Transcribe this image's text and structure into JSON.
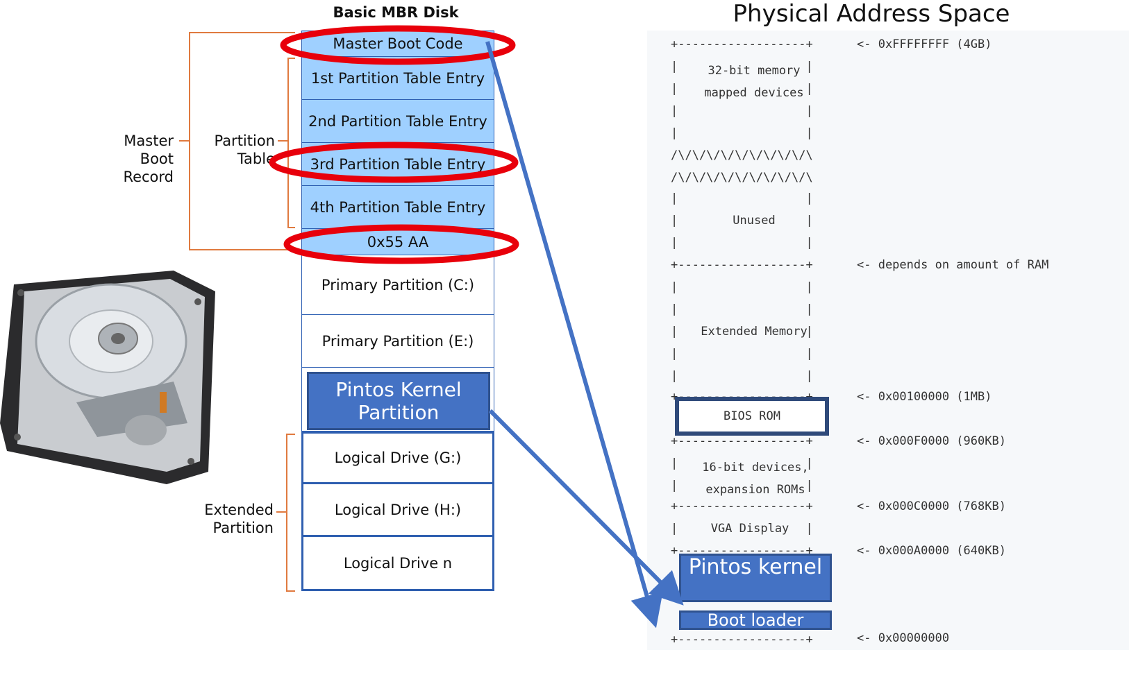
{
  "left_title": "Basic MBR Disk",
  "right_title": "Physical Address Space",
  "disk_rows": [
    "Master Boot Code",
    "1st Partition Table Entry",
    "2nd Partition Table Entry",
    "3rd Partition Table Entry",
    "4th Partition Table Entry",
    "0x55 AA",
    "Primary Partition (C:)",
    "Primary Partition (E:)",
    "Pintos Kernel Partition",
    "Logical Drive (G:)",
    "Logical Drive (H:)",
    "Logical Drive n"
  ],
  "brace_labels": {
    "master_boot_record": "Master Boot Record",
    "partition_table": "Partition Table",
    "extended_partition": "Extended Partition"
  },
  "memory_regions": {
    "region1": "32-bit memory mapped devices",
    "unused": "Unused",
    "extended": "Extended Memory",
    "bios": "BIOS ROM",
    "devices16": "16-bit devices, expansion ROMs",
    "vga": "VGA Display",
    "pintos_kernel": "Pintos kernel",
    "boot_loader": "Boot loader"
  },
  "addresses": {
    "a4gb": "<- 0xFFFFFFFF (4GB)",
    "ram": "<- depends on amount of RAM",
    "a1mb": "<- 0x00100000 (1MB)",
    "a960": "<- 0x000F0000 (960KB)",
    "a768": "<- 0x000C0000 (768KB)",
    "a640": "<- 0x000A0000 (640KB)",
    "a0": "<- 0x00000000"
  },
  "colors": {
    "highlight": "#e8000b",
    "arrow": "#4472c4",
    "brace": "#e07a3f",
    "table_fill": "#9fd0ff"
  },
  "icons": [
    "hard-disk-drive-image"
  ]
}
